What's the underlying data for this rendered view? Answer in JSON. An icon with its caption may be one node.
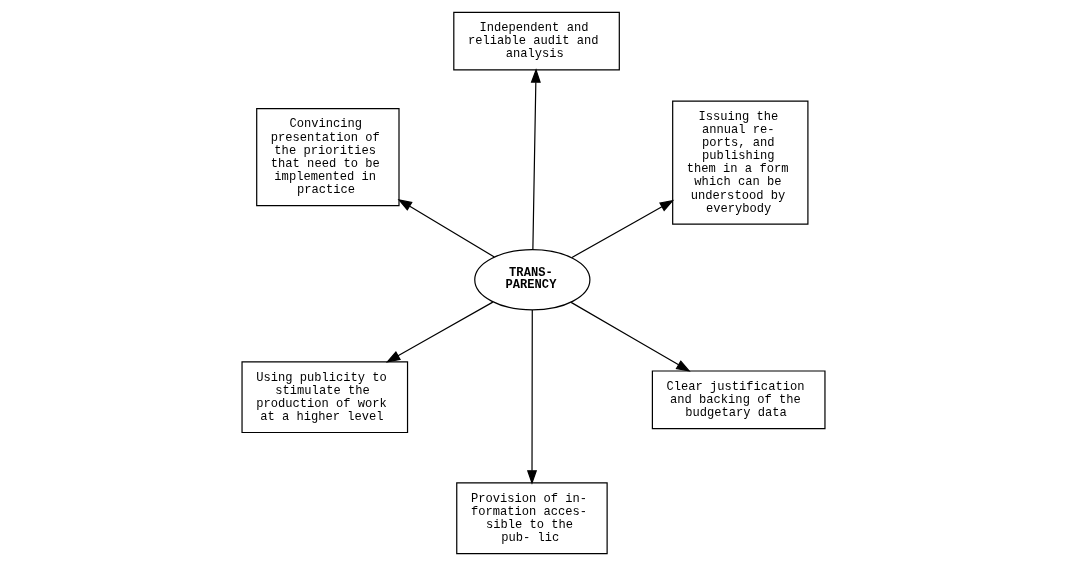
{
  "diagram": {
    "nodes": [
      {
        "text": [
          "TRANS- PARENCY"
        ]
      },
      {
        "text": [
          "Clear justification and backing of the budgetary data"
        ]
      },
      {
        "text": [
          "Provision of in- formation acces- sible to the pub- lic"
        ]
      },
      {
        "text": [
          "Convincing presentation of the priorities that need to be implemented in practice"
        ]
      },
      {
        "text": [
          "Issuing the annual re- ports, and publishing them in a form which can be understood by everybody"
        ]
      },
      {
        "text": [
          "Independent and reliable audit and analysis"
        ]
      },
      {
        "text": [
          "Using publicity to stimulate the production of work at a higher level"
        ]
      }
    ],
    "edges": [
      {
        "from": 0,
        "to": 1,
        "arrow": "to"
      },
      {
        "from": 0,
        "to": 2,
        "arrow": "to"
      },
      {
        "from": 0,
        "to": 3,
        "arrow": "to"
      },
      {
        "from": 0,
        "to": 4,
        "arrow": "to"
      },
      {
        "from": 0,
        "to": 5,
        "arrow": "to"
      },
      {
        "from": 0,
        "to": 6,
        "arrow": "to"
      }
    ]
  }
}
